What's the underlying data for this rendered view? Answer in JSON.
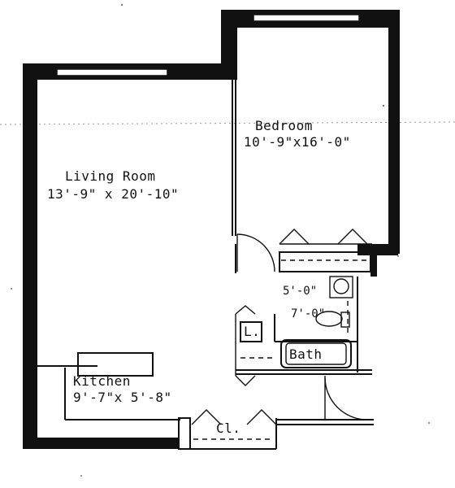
{
  "rooms": {
    "bedroom": {
      "name": "Bedroom",
      "size": "10'-9\"x16'-0\""
    },
    "living_room": {
      "name": "Living Room",
      "size": "13'-9\" x 20'-10\""
    },
    "kitchen": {
      "name": "Kitchen",
      "size": "9'-7\"x 5'-8\""
    },
    "closet": {
      "name": "Cl."
    },
    "linen": {
      "name": "L."
    },
    "bath": {
      "name": "Bath"
    },
    "bath_dims": {
      "width": "5'-0\"",
      "depth": "7'-0\""
    }
  }
}
